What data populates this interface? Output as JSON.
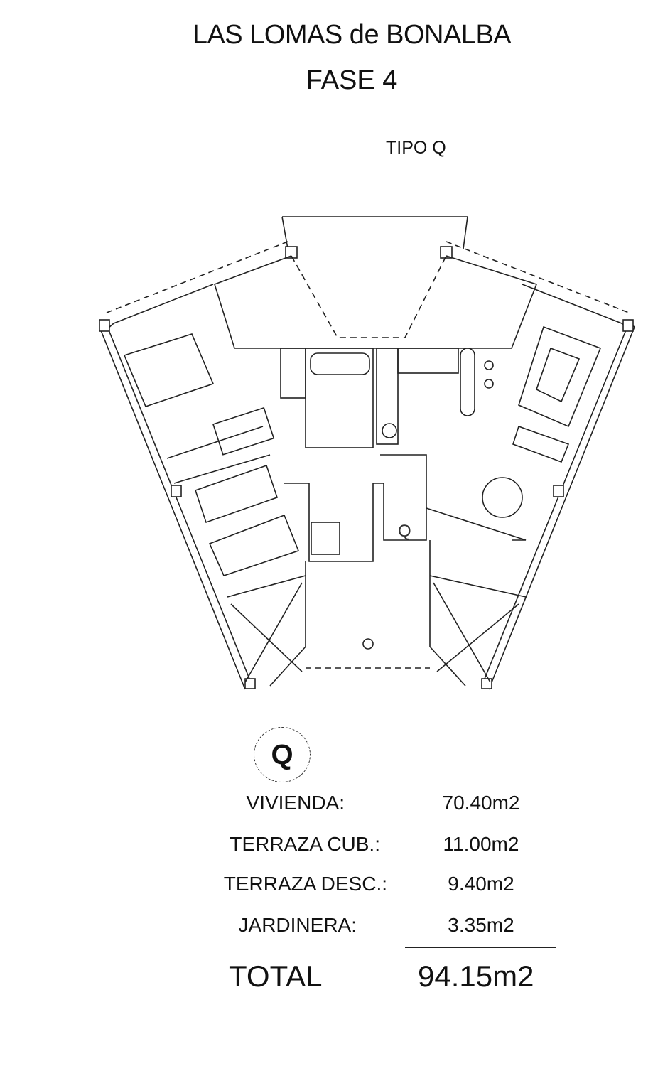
{
  "header": {
    "title": "LAS LOMAS de BONALBA",
    "subtitle": "FASE 4",
    "type_label": "TIPO Q"
  },
  "plan": {
    "unit_label": "Q"
  },
  "summary": {
    "badge": "Q",
    "rows": [
      {
        "label": "VIVIENDA:",
        "value": "70.40m2"
      },
      {
        "label": "TERRAZA CUB.:",
        "value": "11.00m2"
      },
      {
        "label": "TERRAZA DESC.:",
        "value": "9.40m2"
      },
      {
        "label": "JARDINERA:",
        "value": "3.35m2"
      }
    ],
    "total_label": "TOTAL",
    "total_value": "94.15m2"
  }
}
